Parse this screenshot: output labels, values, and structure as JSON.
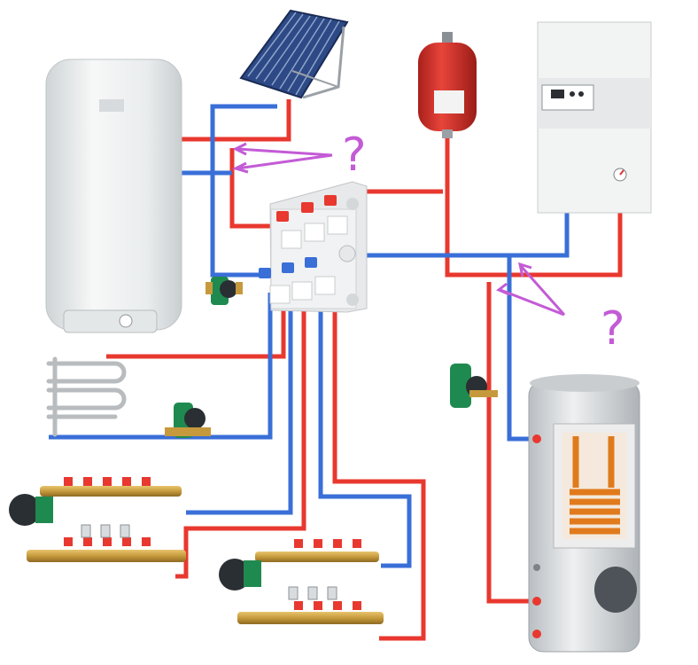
{
  "annotations": {
    "question_left": "?",
    "question_right": "?"
  },
  "colors": {
    "hot_pipe": "#e8382f",
    "cold_pipe": "#3a6fd8",
    "annotation": "#c35bd6",
    "pump_green": "#1f8a4f",
    "brass": "#c69a3c",
    "boiler_body": "#f2f4f4",
    "expansion_tank": "#d9322b",
    "solar_panel": "#2d4a86",
    "indirect_tank": "#d7dadc",
    "coil": "#e07a1c"
  },
  "components": [
    {
      "name": "electric-water-heater"
    },
    {
      "name": "solar-collector"
    },
    {
      "name": "expansion-tank"
    },
    {
      "name": "electric-boiler"
    },
    {
      "name": "hydraulic-distributor"
    },
    {
      "name": "circulation-pump"
    },
    {
      "name": "towel-radiator"
    },
    {
      "name": "underfloor-manifold"
    },
    {
      "name": "indirect-hot-water-tank"
    }
  ]
}
